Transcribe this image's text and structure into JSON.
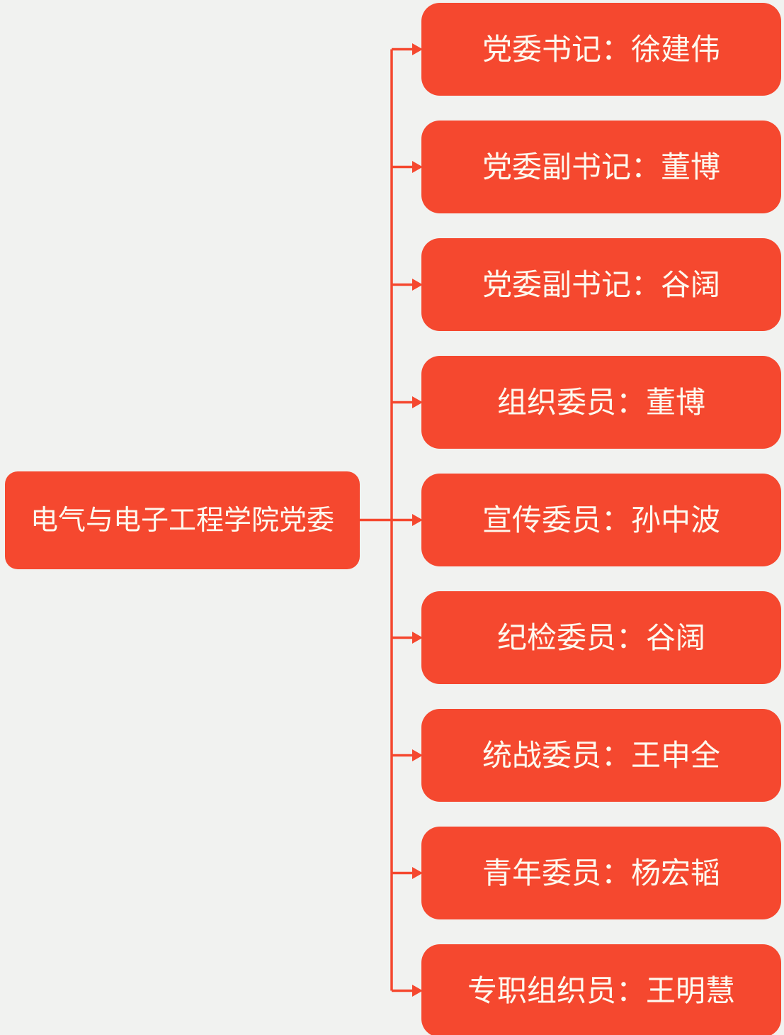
{
  "colors": {
    "node_fill": "#f5482f",
    "connector": "#f5482f",
    "node_text": "#fdf9ef",
    "background": "#f1f2f0"
  },
  "chart_data": {
    "type": "table",
    "title": "",
    "layout_hint": "org-chart, root at left, nine leaf nodes in a right column connected by arrowed elbow lines",
    "root": "电气与电子工程学院党委",
    "members": [
      "党委书记：徐建伟",
      "党委副书记：董博",
      "党委副书记：谷阔",
      "组织委员：董博",
      "宣传委员：孙中波",
      "纪检委员：谷阔",
      "统战委员：王申全",
      "青年委员：杨宏韬",
      "专职组织员：王明慧"
    ]
  },
  "root": {
    "label": "电气与电子工程学院党委"
  },
  "members": [
    {
      "label": "党委书记：徐建伟"
    },
    {
      "label": "党委副书记：董博"
    },
    {
      "label": "党委副书记：谷阔"
    },
    {
      "label": "组织委员：董博"
    },
    {
      "label": "宣传委员：孙中波"
    },
    {
      "label": "纪检委员：谷阔"
    },
    {
      "label": "统战委员：王申全"
    },
    {
      "label": "青年委员：杨宏韬"
    },
    {
      "label": "专职组织员：王明慧"
    }
  ]
}
